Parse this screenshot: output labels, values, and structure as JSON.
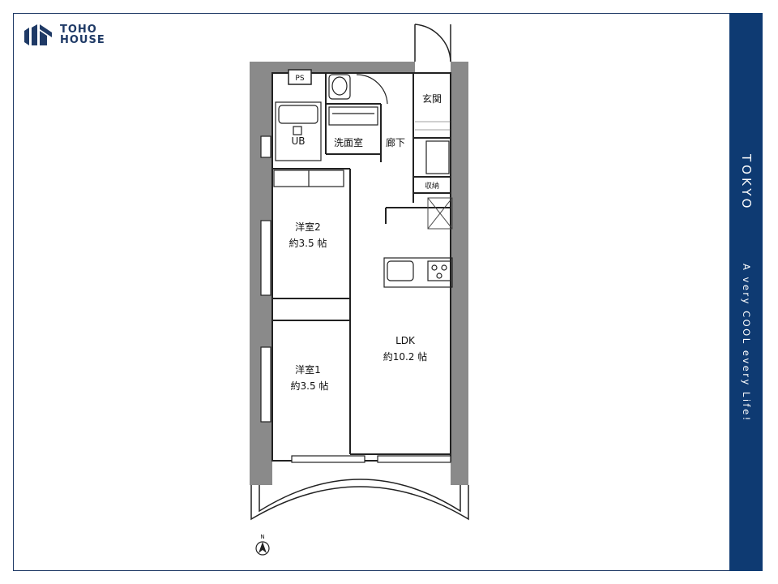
{
  "brand": {
    "line1": "TOHO",
    "line2": "HOUSE"
  },
  "sidebar": {
    "city": "TOKYO",
    "tagline": "A very COOL every Life!"
  },
  "rooms": {
    "ps": "PS",
    "ub": "UB",
    "washroom": "洗面室",
    "hallway": "廊下",
    "entrance": "玄関",
    "storage": "収納",
    "western2_name": "洋室2",
    "western2_size": "約3.5 帖",
    "western1_name": "洋室1",
    "western1_size": "約3.5 帖",
    "ldk_name": "LDK",
    "ldk_size": "約10.2 帖"
  },
  "compass": {
    "north": "N"
  },
  "colors": {
    "brand": "#1f3a66",
    "band": "#0e3a72",
    "wall": "#8a8a8a"
  }
}
